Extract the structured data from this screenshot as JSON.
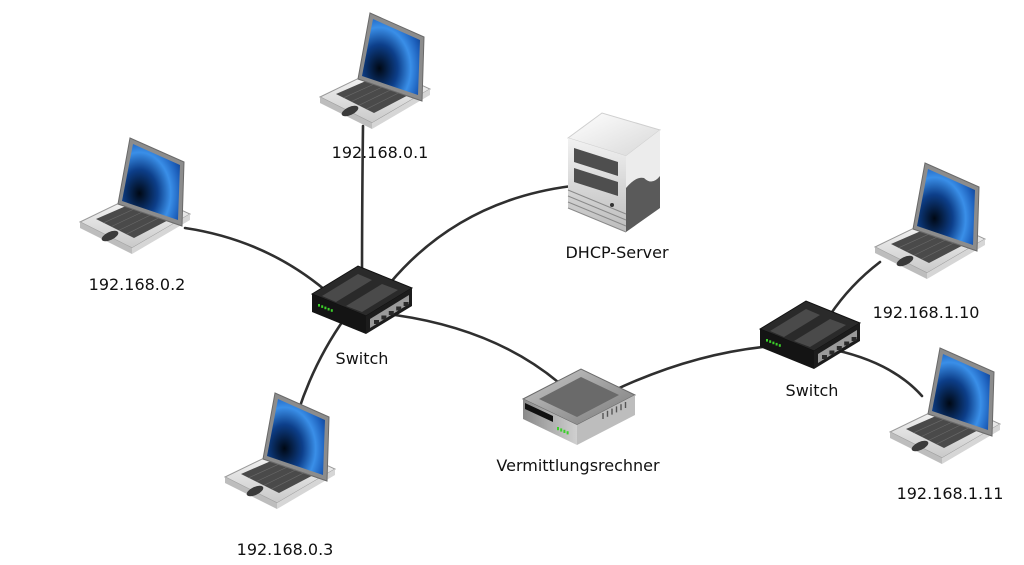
{
  "diagram": {
    "title": "",
    "nodes": [
      {
        "id": "pc1",
        "type": "laptop",
        "label": "192.168.0.1"
      },
      {
        "id": "pc2",
        "type": "laptop",
        "label": "192.168.0.2"
      },
      {
        "id": "pc3",
        "type": "laptop",
        "label": "192.168.0.3"
      },
      {
        "id": "sw1",
        "type": "switch",
        "label": "Switch"
      },
      {
        "id": "dhcp",
        "type": "server",
        "label": "DHCP-Server"
      },
      {
        "id": "router",
        "type": "router",
        "label": "Vermittlungsrechner"
      },
      {
        "id": "sw2",
        "type": "switch",
        "label": "Switch"
      },
      {
        "id": "pc10",
        "type": "laptop",
        "label": "192.168.1.10"
      },
      {
        "id": "pc11",
        "type": "laptop",
        "label": "192.168.1.11"
      }
    ],
    "edges": [
      {
        "from": "sw1",
        "to": "pc1"
      },
      {
        "from": "sw1",
        "to": "pc2"
      },
      {
        "from": "sw1",
        "to": "pc3"
      },
      {
        "from": "sw1",
        "to": "dhcp"
      },
      {
        "from": "sw1",
        "to": "router"
      },
      {
        "from": "router",
        "to": "sw2"
      },
      {
        "from": "sw2",
        "to": "pc10"
      },
      {
        "from": "sw2",
        "to": "pc11"
      }
    ],
    "colors": {
      "cable": "#2f2f2f",
      "screen": "#1e6fd0",
      "led": "#3ccf2a"
    }
  }
}
